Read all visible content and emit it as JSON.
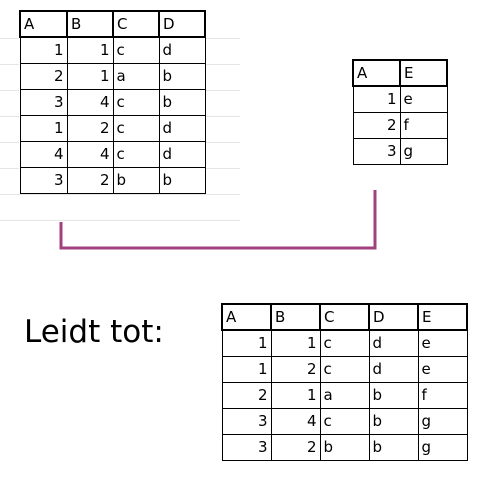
{
  "connector_color": "#a0407f",
  "label": "Leidt tot:",
  "left_table": {
    "headers": [
      "A",
      "B",
      "C",
      "D"
    ],
    "rows": [
      [
        "1",
        "1",
        "c",
        "d"
      ],
      [
        "2",
        "1",
        "a",
        "b"
      ],
      [
        "3",
        "4",
        "c",
        "b"
      ],
      [
        "1",
        "2",
        "c",
        "d"
      ],
      [
        "4",
        "4",
        "c",
        "d"
      ],
      [
        "3",
        "2",
        "b",
        "b"
      ]
    ]
  },
  "right_table": {
    "headers": [
      "A",
      "E"
    ],
    "rows": [
      [
        "1",
        "e"
      ],
      [
        "2",
        "f"
      ],
      [
        "3",
        "g"
      ]
    ]
  },
  "result_table": {
    "headers": [
      "A",
      "B",
      "C",
      "D",
      "E"
    ],
    "rows": [
      [
        "1",
        "1",
        "c",
        "d",
        "e"
      ],
      [
        "1",
        "2",
        "c",
        "d",
        "e"
      ],
      [
        "2",
        "1",
        "a",
        "b",
        "f"
      ],
      [
        "3",
        "4",
        "c",
        "b",
        "g"
      ],
      [
        "3",
        "2",
        "b",
        "b",
        "g"
      ]
    ]
  }
}
